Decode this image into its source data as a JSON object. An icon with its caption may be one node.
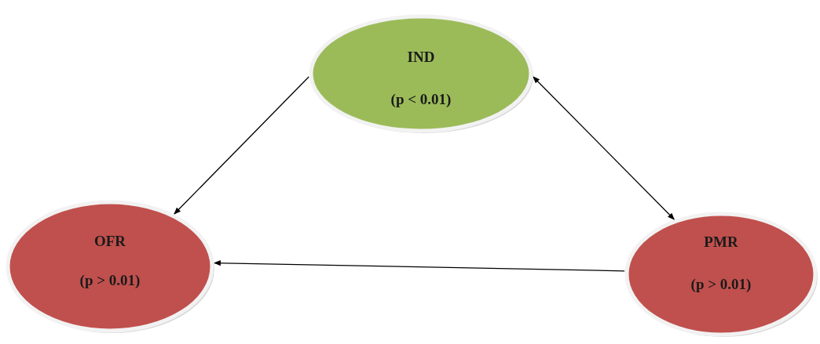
{
  "diagram": {
    "nodes": [
      {
        "text": [
          "IND",
          "(p < 0.01)"
        ]
      },
      {
        "text": [
          "OFR",
          "(p > 0.01)"
        ]
      },
      {
        "text": [
          "PMR",
          "(p > 0.01)"
        ]
      }
    ],
    "edges": [
      {
        "from": 0,
        "to": 1,
        "arrow": "to"
      },
      {
        "from": 0,
        "to": 2,
        "arrow": "both"
      },
      {
        "from": 2,
        "to": 1,
        "arrow": "to"
      }
    ]
  }
}
